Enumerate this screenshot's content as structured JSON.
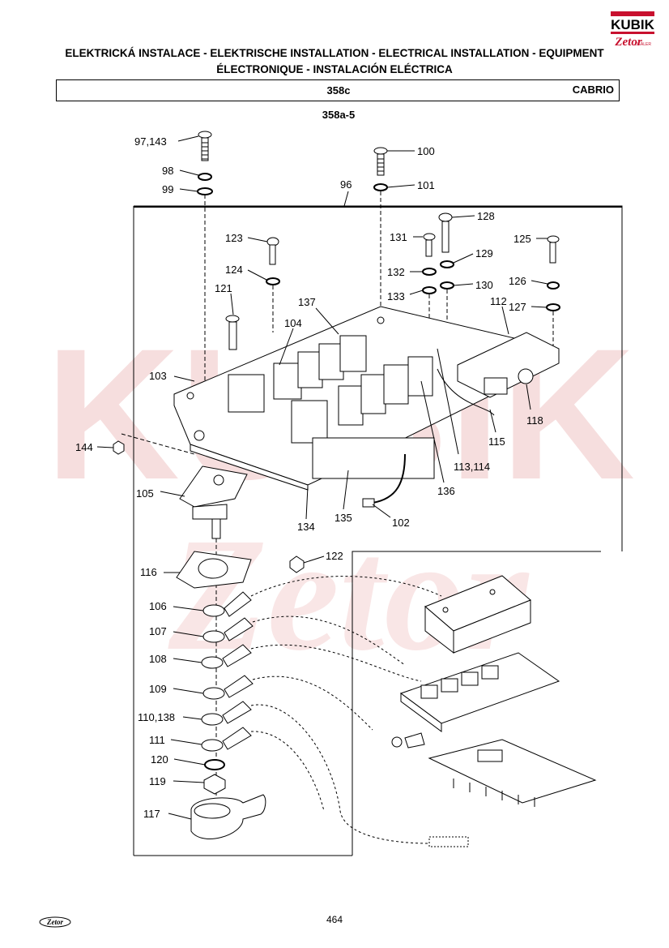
{
  "header": {
    "title_line1": "ELEKTRICKÁ INSTALACE - ELEKTRISCHE INSTALLATION - ELECTRICAL INSTALLATION - EQUIPMENT",
    "title_line2": "ÉLECTRONIQUE - INSTALACIÓN ELÉCTRICA",
    "model": "358c",
    "variant": "CABRIO",
    "group_code": "358a-5"
  },
  "logo": {
    "brand_top": "KUBIK",
    "brand_bottom": "Zetor",
    "dealer": "DEALER"
  },
  "footer": {
    "page_number": "464",
    "logo_text": "Zetor"
  },
  "part_labels": {
    "p97_143": "97,143",
    "p98": "98",
    "p99": "99",
    "p100": "100",
    "p101": "101",
    "p96": "96",
    "p128": "128",
    "p131": "131",
    "p125": "125",
    "p123": "123",
    "p129": "129",
    "p132": "132",
    "p124": "124",
    "p126": "126",
    "p130": "130",
    "p121": "121",
    "p133": "133",
    "p127": "127",
    "p137": "137",
    "p112": "112",
    "p104": "104",
    "p103": "103",
    "p118": "118",
    "p115": "115",
    "p144": "144",
    "p113_114": "113,114",
    "p105": "105",
    "p136": "136",
    "p134": "134",
    "p135": "135",
    "p102": "102",
    "p122": "122",
    "p116": "116",
    "p106": "106",
    "p107": "107",
    "p108": "108",
    "p109": "109",
    "p110_138": "110,138",
    "p111": "111",
    "p120": "120",
    "p119": "119",
    "p117": "117"
  },
  "colors": {
    "watermark": "#f6dede",
    "line": "#000000"
  }
}
